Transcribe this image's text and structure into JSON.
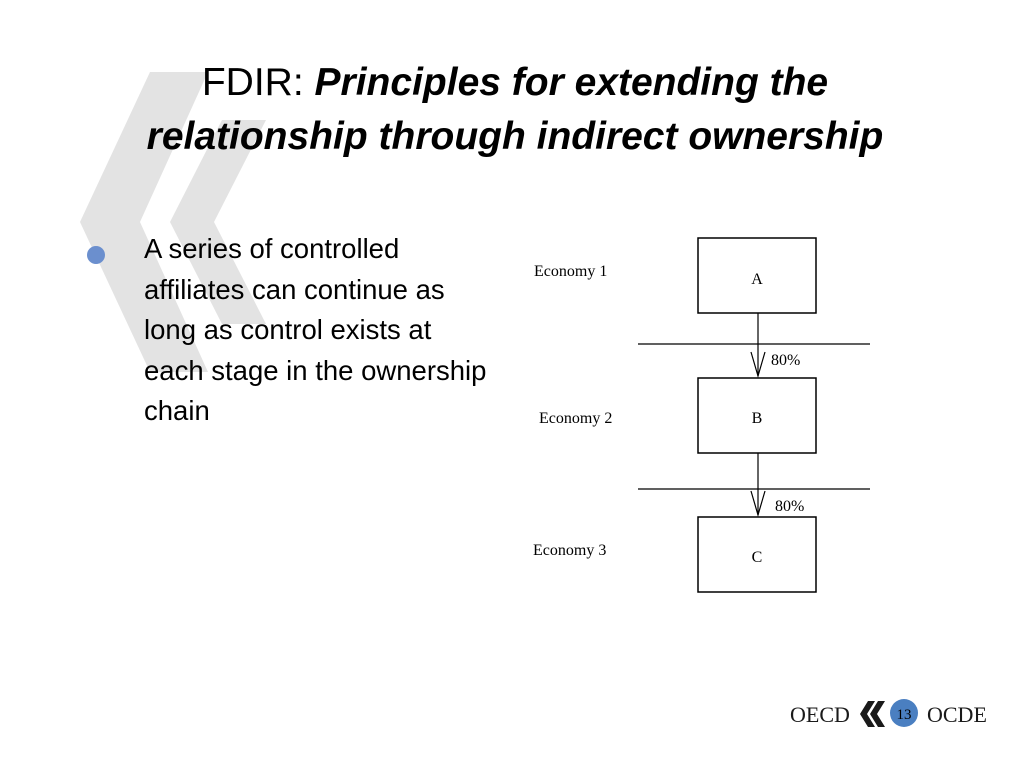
{
  "slide": {
    "title_prefix": "FDIR: ",
    "title_main": "Principles for extending the relationship through indirect ownership",
    "bullet_text": "A series of controlled affiliates can continue as long as control exists at each stage in the ownership chain"
  },
  "diagram": {
    "economies": [
      "Economy 1",
      "Economy 2",
      "Economy 3"
    ],
    "entities": [
      "A",
      "B",
      "C"
    ],
    "links": [
      {
        "from": "A",
        "to": "B",
        "label": "80%"
      },
      {
        "from": "B",
        "to": "C",
        "label": "80%"
      }
    ]
  },
  "footer": {
    "org_en": "OECD",
    "org_fr": "OCDE",
    "page_number": "13"
  },
  "colors": {
    "bullet": "#6b8fce",
    "watermark": "#e3e3e3",
    "page_badge": "#4a7fc1"
  }
}
